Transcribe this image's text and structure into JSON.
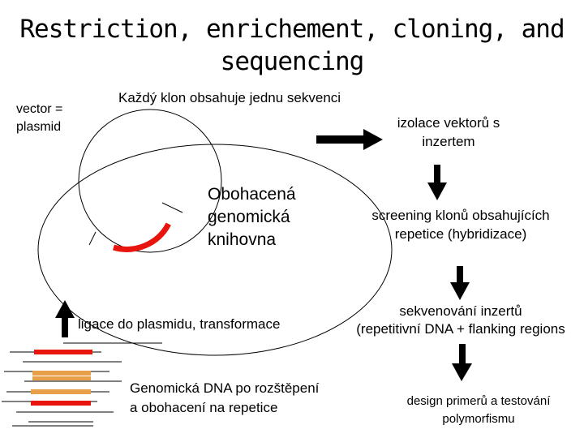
{
  "title": [
    "Restriction, enrichement, cloning, and",
    "sequencing"
  ],
  "vector_label": [
    "vector =",
    "plasmid"
  ],
  "clone_text": "Každý klon obsahuje jednu sekvenci",
  "library_label": [
    "Obohacená",
    "genomická",
    "knihovna"
  ],
  "isolation_step": [
    "izolace vektorů s",
    "inzertem"
  ],
  "screening_step": [
    "screening klonů obsahujících",
    "repetice (hybridizace)"
  ],
  "sequencing_step": [
    "sekvenování inzertů",
    "(repetitivní DNA + flanking regions"
  ],
  "design_step": [
    "design primerů a testování",
    "polymorfismu"
  ],
  "ligation_step": "ligace do plasmidu, transformace",
  "genomic_step": [
    "Genomická DNA po rozštěpení",
    "a obohacení na repetice"
  ],
  "colors": {
    "insert": "#e8150f",
    "repeat_band": "#e8a048",
    "arrow": "#000000",
    "line": "#000000"
  }
}
